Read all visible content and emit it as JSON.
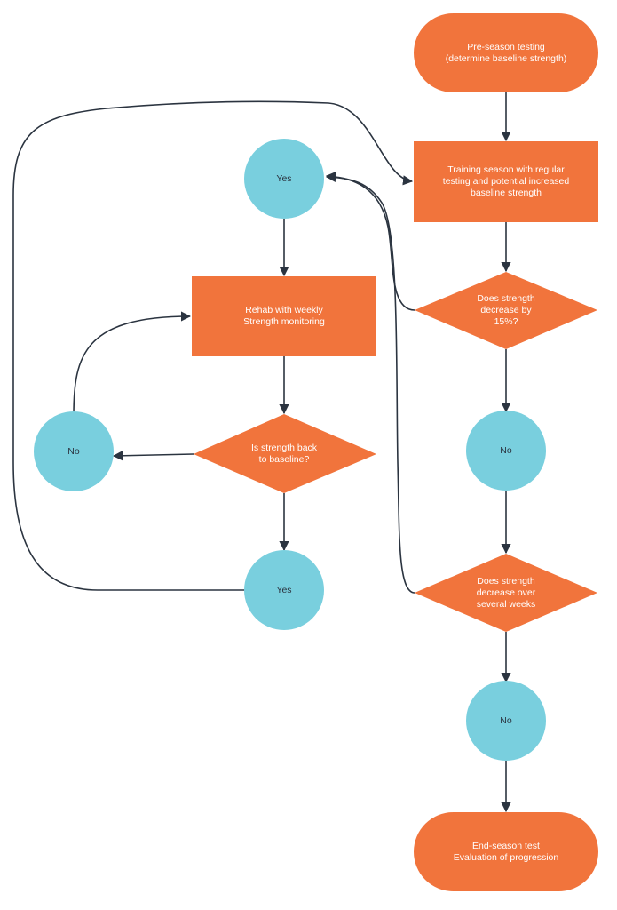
{
  "colors": {
    "process": "#f1743c",
    "decision": "#f1743c",
    "circle": "#79cfde",
    "connector": "#2b3440",
    "background": "#ffffff"
  },
  "nodes": {
    "pre_season": "Pre-season testing\n(determine baseline strength)",
    "training_season": "Training season with regular\ntesting and potential increased\nbaseline strength",
    "decrease_15": "Does strength\ndecrease by\n15%?",
    "no_1": "No",
    "decrease_weeks": "Does strength\ndecrease over\nseveral weeks",
    "no_2": "No",
    "end_season": "End-season test\nEvaluation of progression",
    "yes_top": "Yes",
    "rehab": "Rehab with weekly\nStrength monitoring",
    "back_baseline": "Is strength back\nto baseline?",
    "no_left": "No",
    "yes_bottom": "Yes"
  }
}
